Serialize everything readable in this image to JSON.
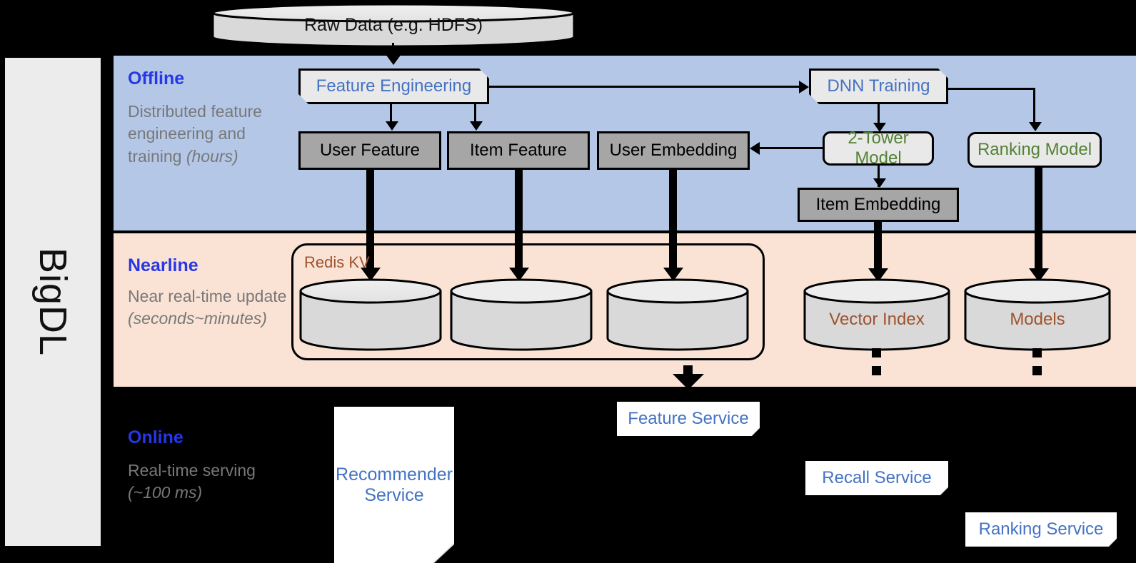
{
  "sidebar": {
    "label": "BigDL"
  },
  "source": {
    "label": "Raw Data (e.g. HDFS)"
  },
  "layers": [
    {
      "id": "offline",
      "title": "Offline",
      "description": "Distributed feature engineering and training ",
      "description_em": "(hours)",
      "band_color": "#b4c7e7"
    },
    {
      "id": "nearline",
      "title": "Nearline",
      "description": "Near real-time update ",
      "description_em": "(seconds~minutes)",
      "band_color": "#fae3d4"
    },
    {
      "id": "online",
      "title": "Online",
      "description": "Real-time serving ",
      "description_em": "(~100 ms)",
      "band_color": "#000000"
    }
  ],
  "offline": {
    "feature_engineering": "Feature Engineering",
    "dnn_training": "DNN Training",
    "user_feature": "User Feature",
    "item_feature": "Item Feature",
    "user_embedding": "User Embedding",
    "two_tower_model": "2-Tower Model",
    "ranking_model": "Ranking Model",
    "item_embedding": "Item Embedding"
  },
  "nearline": {
    "redis_kv": "Redis KV",
    "store_user_feature": "",
    "store_item_feature": "",
    "store_user_embedding": "",
    "vector_index": "Vector Index",
    "models": "Models"
  },
  "online": {
    "recommender_service": "Recommender Service",
    "feature_service": "Feature Service",
    "recall_service": "Recall Service",
    "ranking_service": "Ranking Service"
  },
  "colors": {
    "offline_band": "#b4c7e7",
    "nearline_band": "#fae3d4",
    "online_band": "#000000",
    "stage_title": "#2637e8",
    "stage_desc": "#787878",
    "node_blue": "#4472c4",
    "node_green": "#548235",
    "store_brown": "#a0522d",
    "gray_box": "#a6a6a6",
    "light_box": "#e9e9e9"
  }
}
